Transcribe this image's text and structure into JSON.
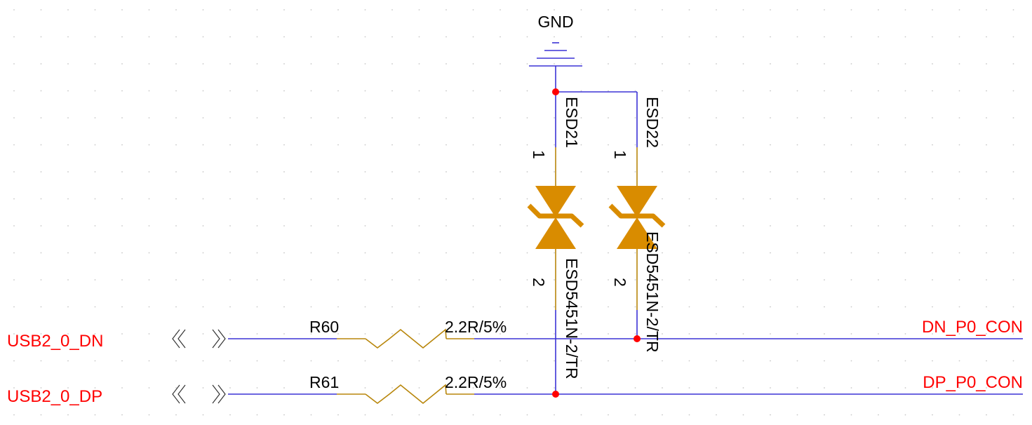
{
  "colors": {
    "background": "#ffffff",
    "grid_dot": "#c8c8c8",
    "wire": "#3b32d6",
    "pin": "#b8860b",
    "component": "#d98c00",
    "junction": "#ff0000",
    "net_label": "#ff0000",
    "text": "#000000"
  },
  "power": {
    "net": "GND"
  },
  "diodes": [
    {
      "ref": "ESD21",
      "part": "ESD5451N-2/TR",
      "pin1": "1",
      "pin2": "2"
    },
    {
      "ref": "ESD22",
      "part": "ESD5451N-2/TR",
      "pin1": "1",
      "pin2": "2"
    }
  ],
  "resistors": [
    {
      "ref": "R60",
      "value": "2.2R/5%"
    },
    {
      "ref": "R61",
      "value": "2.2R/5%"
    }
  ],
  "ports": [
    {
      "name": "USB2_0_DN",
      "symbol": "bidirectional-port-icon"
    },
    {
      "name": "USB2_0_DP",
      "symbol": "bidirectional-port-icon"
    }
  ],
  "net_labels": [
    {
      "name": "DN_P0_CON"
    },
    {
      "name": "DP_P0_CON"
    }
  ]
}
